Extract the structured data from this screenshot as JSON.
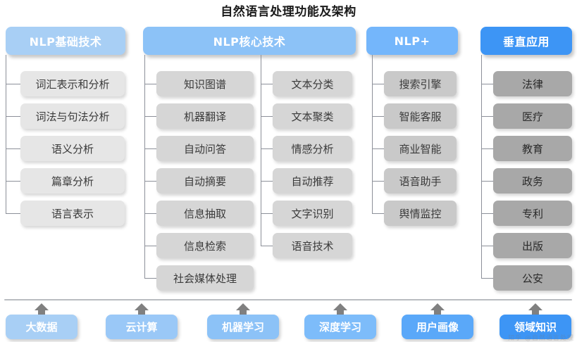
{
  "title": "自然语言处理功能及架构",
  "colors": {
    "header_1": "#a8cff5",
    "header_2": "#8cc2f7",
    "header_3": "#74b6fb",
    "header_4": "#3d95f5",
    "leaf_light": "#e6e6e6",
    "leaf_mid": "#d6d6d6",
    "leaf_gray": "#c9c9c9",
    "leaf_dark": "#a8a8a8",
    "line": "#8c9099",
    "arrow": "#808080",
    "divider": "#b9bcc1",
    "title_color": "#1a1a1a"
  },
  "columns": [
    {
      "header": "NLP基础技术",
      "header_color": "#a8cff5",
      "leaf_color": "#e6e6e6",
      "items": [
        "词汇表示和分析",
        "词法与句法分析",
        "语义分析",
        "篇章分析",
        "语言表示"
      ]
    },
    {
      "header": "NLP核心技术",
      "header_color": "#8cc2f7",
      "leaf_color": "#d6d6d6",
      "items": [
        "知识图谱",
        "机器翻译",
        "自动问答",
        "自动摘要",
        "信息抽取",
        "信息检索",
        "社会媒体处理"
      ],
      "items_b": [
        "文本分类",
        "文本聚类",
        "情感分析",
        "自动推荐",
        "文字识别",
        "语音技术"
      ]
    },
    {
      "header": "NLP+",
      "header_color": "#74b6fb",
      "leaf_color": "#c9c9c9",
      "items": [
        "搜索引擎",
        "智能客服",
        "商业智能",
        "语音助手",
        "舆情监控"
      ]
    },
    {
      "header": "垂直应用",
      "header_color": "#3d95f5",
      "leaf_color": "#a8a8a8",
      "items": [
        "法律",
        "医疗",
        "教育",
        "政务",
        "专利",
        "出版",
        "公安"
      ]
    }
  ],
  "foundation": {
    "items": [
      {
        "label": "大数据",
        "color": "#a8cff5"
      },
      {
        "label": "云计算",
        "color": "#9ac8f7"
      },
      {
        "label": "机器学习",
        "color": "#8cc2f7"
      },
      {
        "label": "深度学习",
        "color": "#7dbcfa"
      },
      {
        "label": "用户画像",
        "color": "#5aa8f9"
      },
      {
        "label": "领域知识",
        "color": "#3d95f5"
      }
    ]
  },
  "watermark": "知乎 @自然语言处理"
}
